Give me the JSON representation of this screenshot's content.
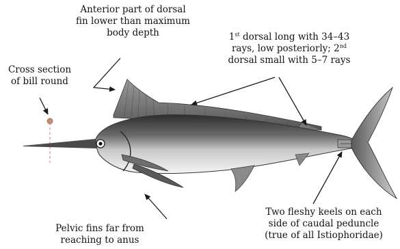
{
  "annotations": {
    "anterior": {
      "line1": "Anterior part of dorsal",
      "line2": "fin lower than maximum",
      "line3": "body depth"
    },
    "cross_section": {
      "line1": "Cross section",
      "line2": "of bill round"
    },
    "dorsal": {
      "line1_num": "1",
      "line1_sup": "st",
      "line1_rest": " dorsal long with 34–43",
      "line2_start": "rays, low posteriorly; 2",
      "line2_sup": "nd",
      "line3": "dorsal small with 5–7 rays"
    },
    "keels": {
      "line1": "Two fleshy keels on each",
      "line2": "side of caudal peduncle",
      "line3": "(true of all Istiophoridae)"
    },
    "pelvic": {
      "line1": "Pelvic fins far from",
      "line2": "reaching to anus"
    }
  },
  "colors": {
    "text": "#111111",
    "arrow": "#1a1a1a",
    "fish_dark": "#3a3a3a",
    "fish_light": "#f2f2f2",
    "cross_section_dot": "#c88a7a"
  }
}
